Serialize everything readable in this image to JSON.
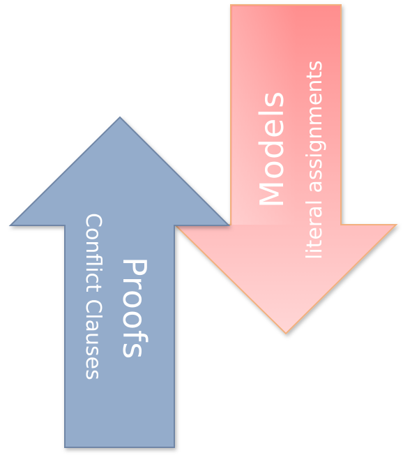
{
  "up_arrow": {
    "title": "Proofs",
    "subtitle": "Conflict Clauses",
    "fill_color": "#94ACCB",
    "stroke_color": "#6F86A6"
  },
  "down_arrow": {
    "title": "Models",
    "subtitle": "literal assignments",
    "gradient_top_color": "#FF8E8E",
    "gradient_bottom_color": "#FFD6D6",
    "stroke_color": "#F2B07E"
  }
}
